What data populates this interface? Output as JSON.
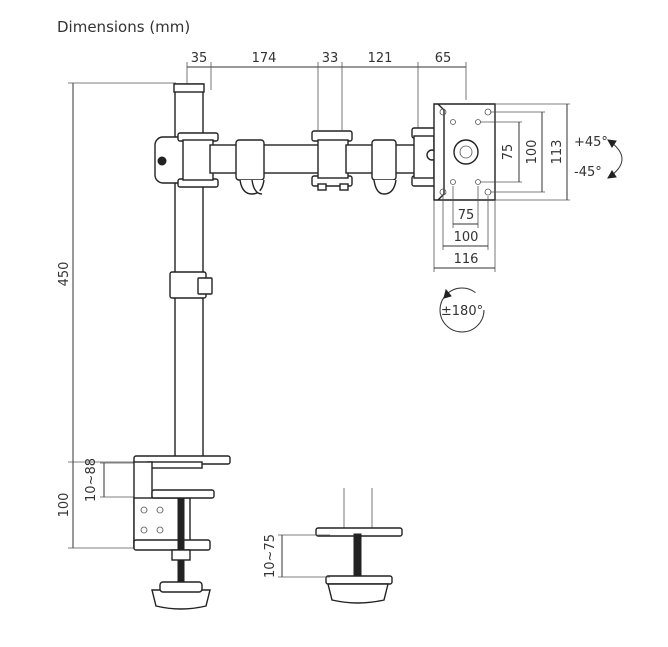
{
  "title": "Dimensions (mm)",
  "dims": {
    "top": [
      "35",
      "174",
      "33",
      "121",
      "65"
    ],
    "height": "450",
    "clamp_range": "10~88",
    "clamp_height": "100",
    "grommet_range": "10~75",
    "vesa_inner_v": "75",
    "vesa_outer_v": "100",
    "plate_h": "113",
    "vesa_inner_h": "75",
    "vesa_outer_h": "100",
    "plate_w": "116",
    "tilt_up": "+45°",
    "tilt_down": "-45°",
    "rotate": "±180°"
  }
}
